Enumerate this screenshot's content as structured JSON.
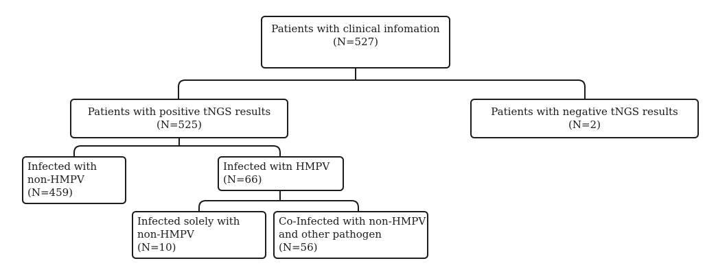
{
  "diagram": {
    "root": {
      "lines": [
        "Patients with clinical infomation",
        "(N=527)"
      ]
    },
    "positive": {
      "lines": [
        "Patients with positive tNGS results",
        "(N=525)"
      ]
    },
    "negative": {
      "lines": [
        "Patients with negative tNGS results",
        "(N=2)"
      ]
    },
    "non_hmpv": {
      "lines": [
        "Infected with",
        "non-HMPV",
        "(N=459)"
      ]
    },
    "hmpv": {
      "lines": [
        "Infected witn HMPV",
        "(N=66)"
      ]
    },
    "solely": {
      "lines": [
        "Infected solely with",
        "non-HMPV",
        "(N=10)"
      ]
    },
    "co": {
      "lines": [
        "Co-Infected with non-HMPV",
        "and other pathogen",
        "(N=56)"
      ]
    }
  },
  "colors": {
    "stroke": "#1a1a1a",
    "background": "#ffffff"
  }
}
